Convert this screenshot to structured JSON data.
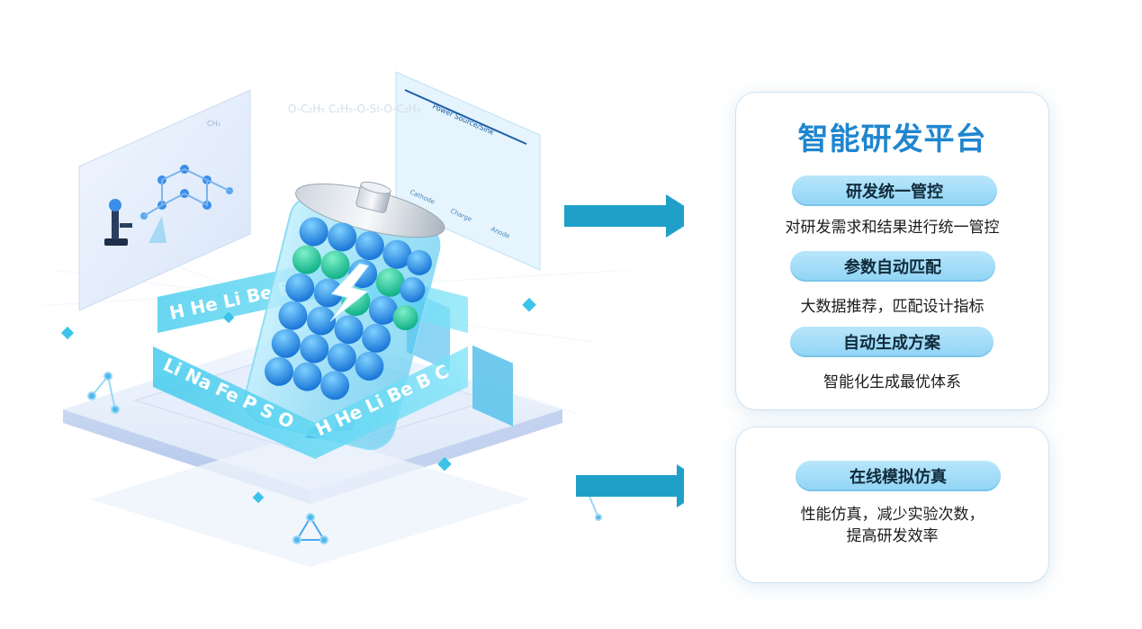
{
  "platform": {
    "title": "智能研发平台",
    "features": [
      {
        "label": "研发统一管控",
        "desc": "对研发需求和结果进行统一管控"
      },
      {
        "label": "参数自动匹配",
        "desc": "大数据推荐，匹配设计指标"
      },
      {
        "label": "自动生成方案",
        "desc": "智能化生成最优体系"
      }
    ]
  },
  "simulation": {
    "label": "在线模拟仿真",
    "desc_line1": "性能仿真，减少实验次数，",
    "desc_line2": "提高研发效率"
  },
  "illustration": {
    "ribbon_text_back": "H He Li Be B C",
    "ribbon_text_front": "Li Na Fe P S O",
    "ribbon_text_front2": "H He Li Be B C",
    "panel_formula": "C2H5",
    "panel_labels": [
      "Power Source/Sink",
      "Cathode",
      "Charge",
      "Anode"
    ]
  },
  "colors": {
    "accent_blue": "#1f86cf",
    "arrow_teal": "#1fa0c9",
    "pill_bg": "#a8def8"
  }
}
